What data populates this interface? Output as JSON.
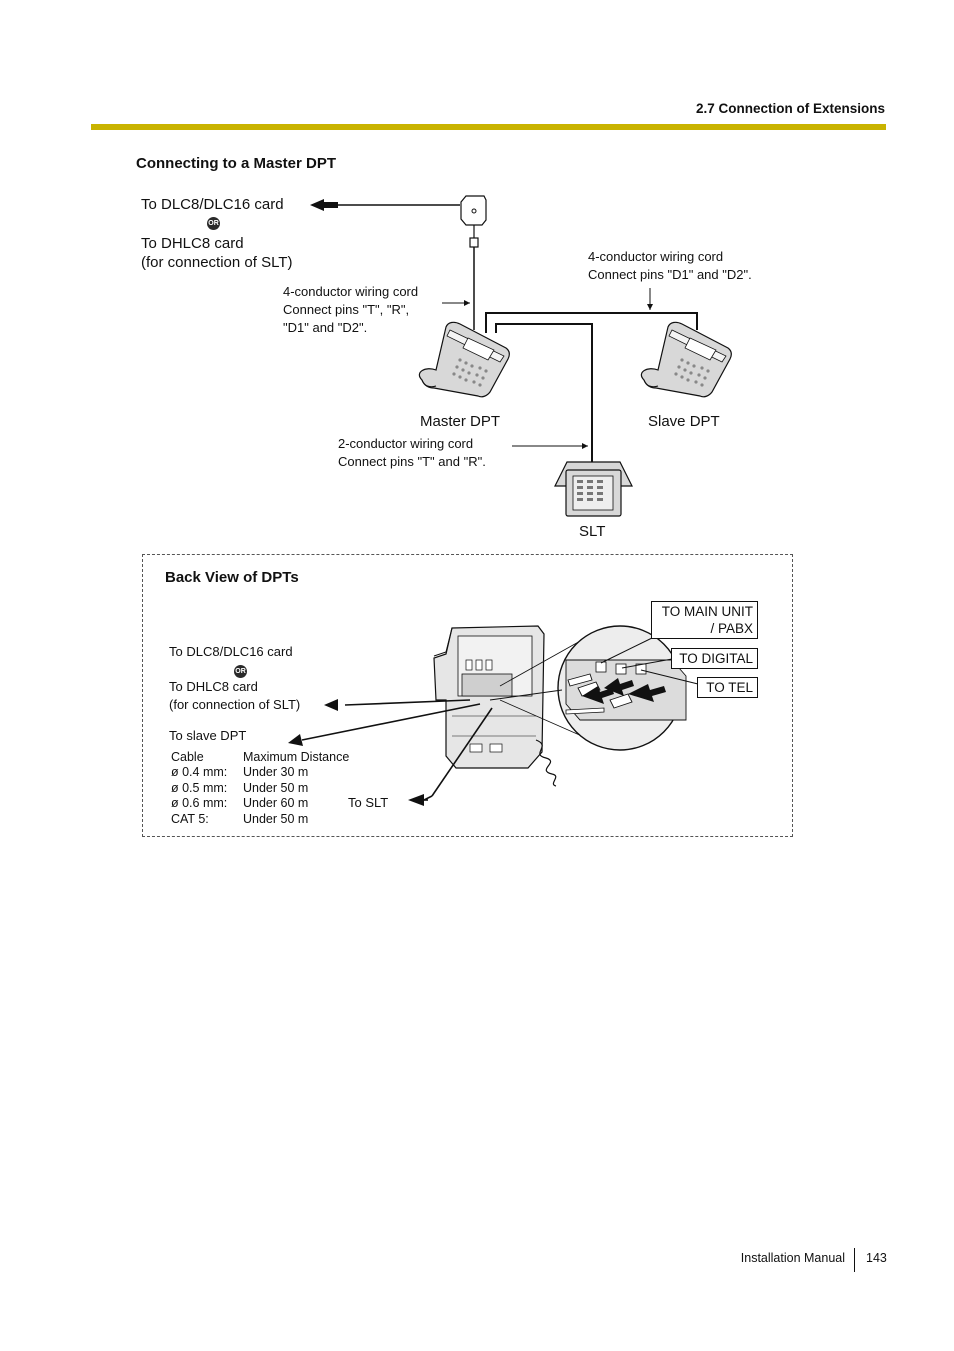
{
  "header": {
    "section_title": "2.7 Connection of Extensions"
  },
  "master": {
    "subtitle": "Connecting to a Master DPT",
    "to_dlc_card": "To DLC8/DLC16 card",
    "or_badge": "OR",
    "to_dhlc_card": "To DHLC8 card",
    "for_slt": "(for connection of SLT)",
    "cord4_master_line1": "4-conductor wiring cord",
    "cord4_master_line2": "Connect pins \"T\", \"R\",",
    "cord4_master_line3": "\"D1\" and \"D2\".",
    "cord4_slave_line1": "4-conductor wiring cord",
    "cord4_slave_line2": "Connect pins \"D1\" and \"D2\".",
    "cord2_line1": "2-conductor wiring cord",
    "cord2_line2": "Connect pins \"T\" and \"R\".",
    "master_dpt_label": "Master DPT",
    "slave_dpt_label": "Slave DPT",
    "slt_label": "SLT"
  },
  "back_view": {
    "title": "Back View of DPTs",
    "to_dlc_card": "To DLC8/DLC16 card",
    "or_badge": "OR",
    "to_dhlc_card": "To DHLC8 card",
    "for_slt": "(for connection of SLT)",
    "to_slave_dpt": "To slave DPT",
    "to_slt": "To SLT",
    "callout_main_unit_line1": "TO MAIN UNIT",
    "callout_main_unit_line2": "/ PABX",
    "callout_digital": "TO DIGITAL",
    "callout_tel": "TO TEL",
    "cable_table": {
      "headers": [
        "Cable",
        "Maximum Distance"
      ],
      "rows": [
        [
          "ø 0.4 mm:",
          "Under 30 m"
        ],
        [
          "ø 0.5 mm:",
          "Under 50 m"
        ],
        [
          "ø 0.6 mm:",
          "Under 60 m"
        ],
        [
          "CAT 5:",
          "Under 50 m"
        ]
      ]
    }
  },
  "footer": {
    "manual_name": "Installation Manual",
    "page_number": "143"
  },
  "colors": {
    "rule": "#c9b300",
    "ink": "#111111",
    "phone_fill": "#d8d8d8"
  }
}
